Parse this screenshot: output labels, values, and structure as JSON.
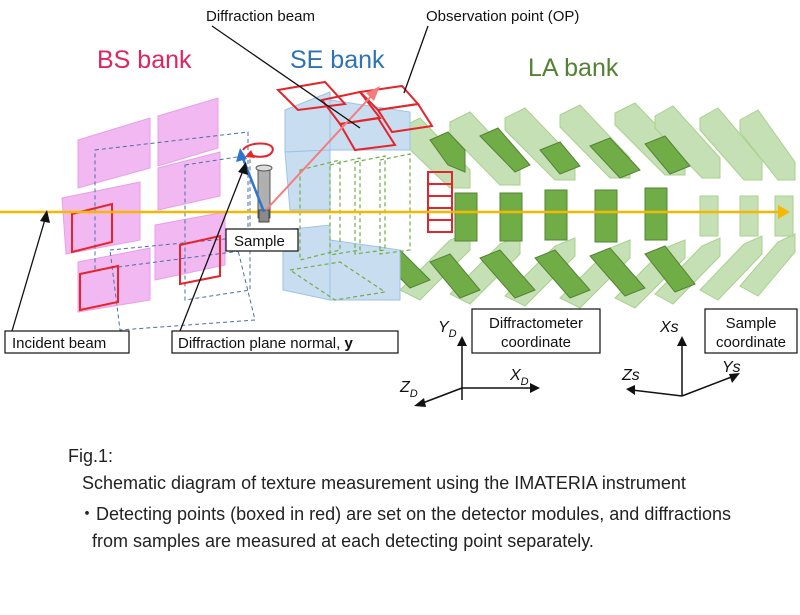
{
  "banks": {
    "bs": "BS bank",
    "se": "SE bank",
    "la": "LA bank"
  },
  "callouts": {
    "diffraction_beam": "Diffraction beam",
    "observation_point": "Observation point (OP)",
    "sample": "Sample",
    "incident_beam": "Incident beam",
    "plane_normal_prefix": "Diffraction plane normal, ",
    "plane_normal_vector": "y"
  },
  "coordinates": {
    "diffractometer": {
      "label_line1": "Diffractometer",
      "label_line2": "coordinate",
      "y_axis": "Y",
      "y_sub": "D",
      "x_axis": "X",
      "x_sub": "D",
      "z_axis": "Z",
      "z_sub": "D"
    },
    "sample": {
      "label_line1": "Sample",
      "label_line2": "coordinate",
      "x_axis": "Xs",
      "y_axis": "Ys",
      "z_axis": "Zs"
    }
  },
  "caption": {
    "fig": "Fig.1:",
    "description": "Schematic diagram of texture measurement using the IMATERIA instrument",
    "bullet_line1": "・Detecting points (boxed in red) are set on the detector modules, and diffractions",
    "bullet_line2": "from samples are measured at each detecting point separately."
  },
  "colors": {
    "bs_title": "#e0245e",
    "se_title": "#2e74b5",
    "la_title": "#548235",
    "bs_panel": "#f2b8f2",
    "se_panel": "#c9ddf0",
    "la_dark": "#70ad47",
    "la_light": "#c5e0b4",
    "highlight": "#e3262b",
    "beam": "#f5b800",
    "diffraction_arrow": "#f47c7c",
    "normal_arrow": "#2e75d0"
  }
}
